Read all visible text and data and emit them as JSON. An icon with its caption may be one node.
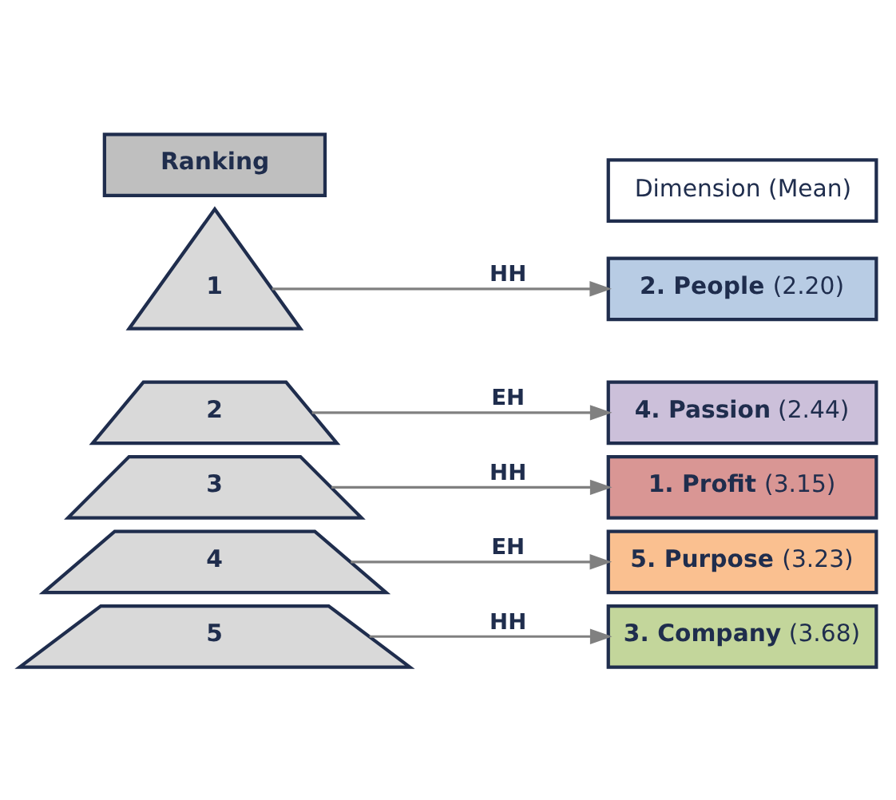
{
  "diagram": {
    "nodes": [
      {
        "text": [
          "Ranking"
        ]
      },
      {
        "text": [
          "Dimension (Mean)"
        ]
      },
      {
        "text": [
          "1"
        ]
      },
      {
        "text": [
          "2"
        ]
      },
      {
        "text": [
          "3"
        ]
      },
      {
        "text": [
          "4"
        ]
      },
      {
        "text": [
          "5"
        ]
      },
      {
        "text": [
          "**2. People** (2.20)"
        ]
      },
      {
        "text": [
          "**4. Passion** (2.44)"
        ]
      },
      {
        "text": [
          "**1. Profit** (3.15)"
        ]
      },
      {
        "text": [
          "**5. Purpose** (3.23)"
        ]
      },
      {
        "text": [
          "**3. Company** (3.68)"
        ]
      }
    ],
    "edges": [
      {
        "from": 2,
        "to": 7,
        "arrow": "to",
        "label": "HH"
      },
      {
        "from": 3,
        "to": 8,
        "arrow": "to",
        "label": "EH"
      },
      {
        "from": 4,
        "to": 9,
        "arrow": "to",
        "label": "HH"
      },
      {
        "from": 5,
        "to": 10,
        "arrow": "to",
        "label": "EH"
      },
      {
        "from": 6,
        "to": 11,
        "arrow": "to",
        "label": "HH"
      }
    ]
  }
}
